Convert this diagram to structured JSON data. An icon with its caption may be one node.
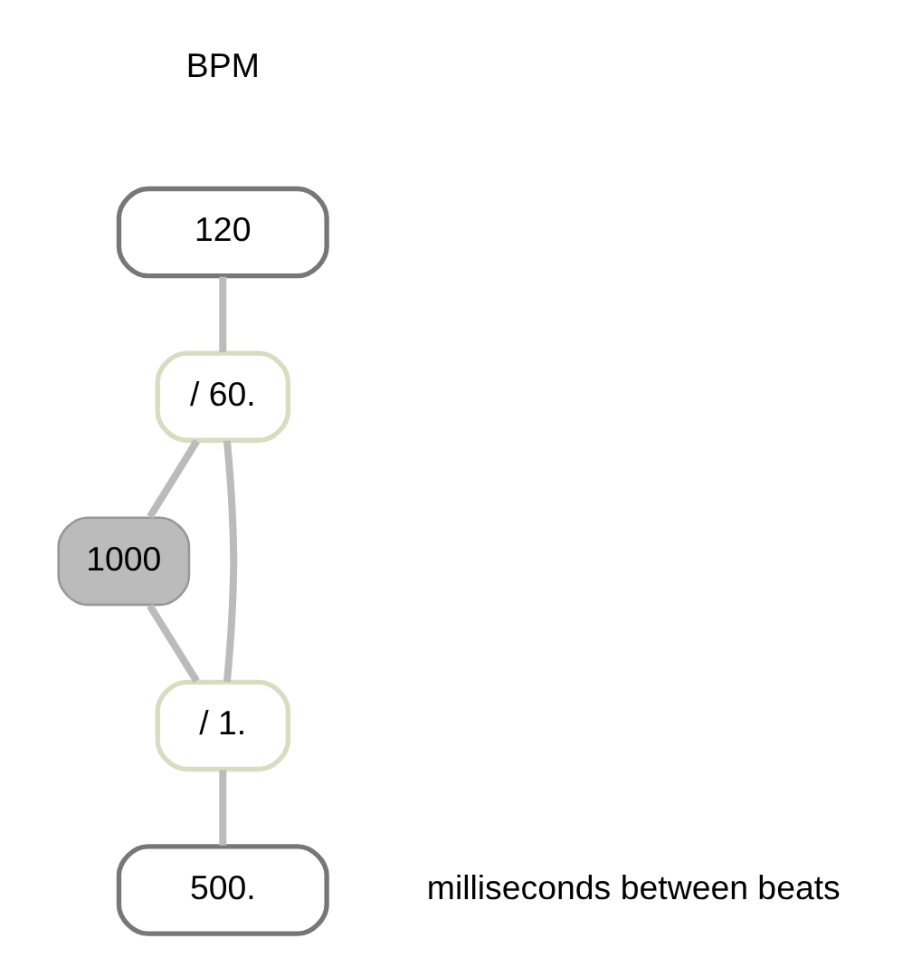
{
  "diagram": {
    "nodes": [
      {
        "text": [
          "120"
        ]
      },
      {
        "text": [
          "/ 60."
        ]
      },
      {
        "text": [
          "1000"
        ]
      },
      {
        "text": [
          "/ 1."
        ]
      },
      {
        "text": [
          "500."
        ],
        "beside": [
          "milliseconds between beats"
        ]
      }
    ],
    "edges": [
      {
        "from": 0,
        "to": 1,
        "arrow": "none"
      },
      {
        "from": 1,
        "to": 2,
        "arrow": "none"
      },
      {
        "from": 1,
        "to": 3,
        "arrow": "none"
      },
      {
        "from": 2,
        "to": 3,
        "arrow": "none"
      },
      {
        "from": 3,
        "to": 4,
        "arrow": "none"
      }
    ],
    "labels": [
      "BPM"
    ]
  }
}
